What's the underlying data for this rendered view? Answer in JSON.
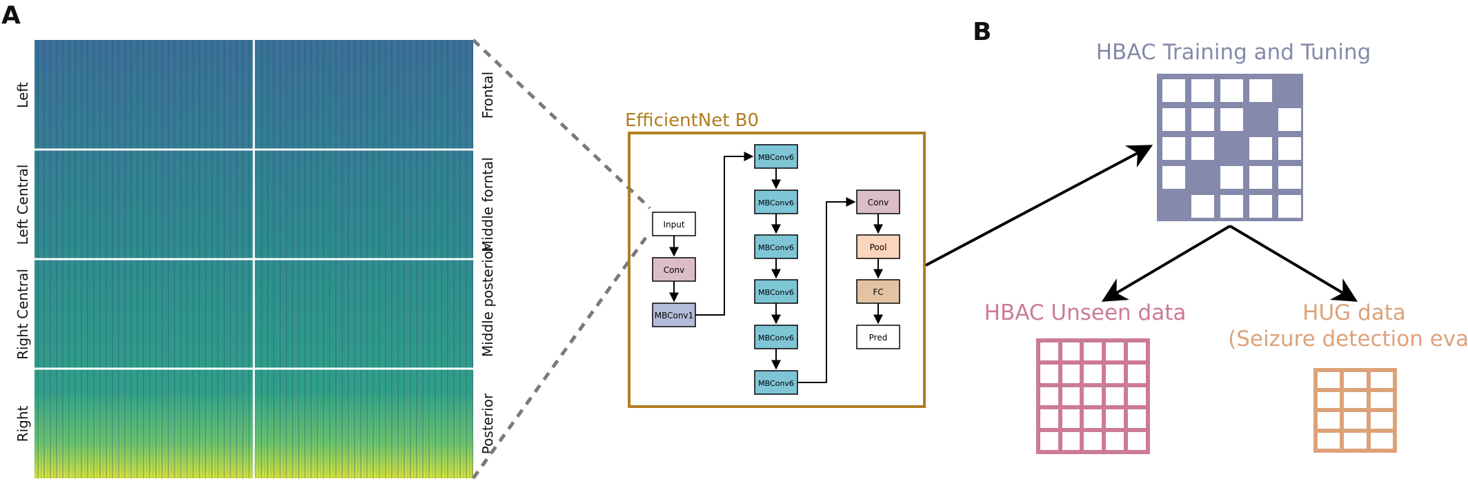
{
  "panels": {
    "a": "A",
    "b": "B"
  },
  "spectrogram": {
    "left_labels": [
      "Left",
      "Left Central",
      "Right Central",
      "Right"
    ],
    "right_labels": [
      "Frontal",
      "Middle forntal",
      "Middle posterior",
      "Posterior"
    ]
  },
  "network": {
    "title": "EfficientNet B0",
    "blocks": {
      "input": "Input",
      "conv1": "Conv",
      "mbconv1": "MBConv1",
      "mbconv6": [
        "MBConv6",
        "MBConv6",
        "MBConv6",
        "MBConv6",
        "MBConv6",
        "MBConv6"
      ],
      "conv2": "Conv",
      "pool": "Pool",
      "fc": "FC",
      "pred": "Pred"
    }
  },
  "datasets": {
    "train": "HBAC Training and Tuning",
    "unseen": "HBAC Unseen data",
    "hug": "HUG data",
    "hug_sub": "(Seizure detection eval)"
  },
  "colors": {
    "network_border": "#b07d1e",
    "network_title": "#b07d1e",
    "mbconv6": "#7ec5d6",
    "mbconv1": "#b3bcd8",
    "conv": "#dbbdc9",
    "pool": "#fbd5bd",
    "fc": "#e3c3a1",
    "train": "#8589ab",
    "unseen": "#cc7a98",
    "hug": "#dda27a"
  }
}
